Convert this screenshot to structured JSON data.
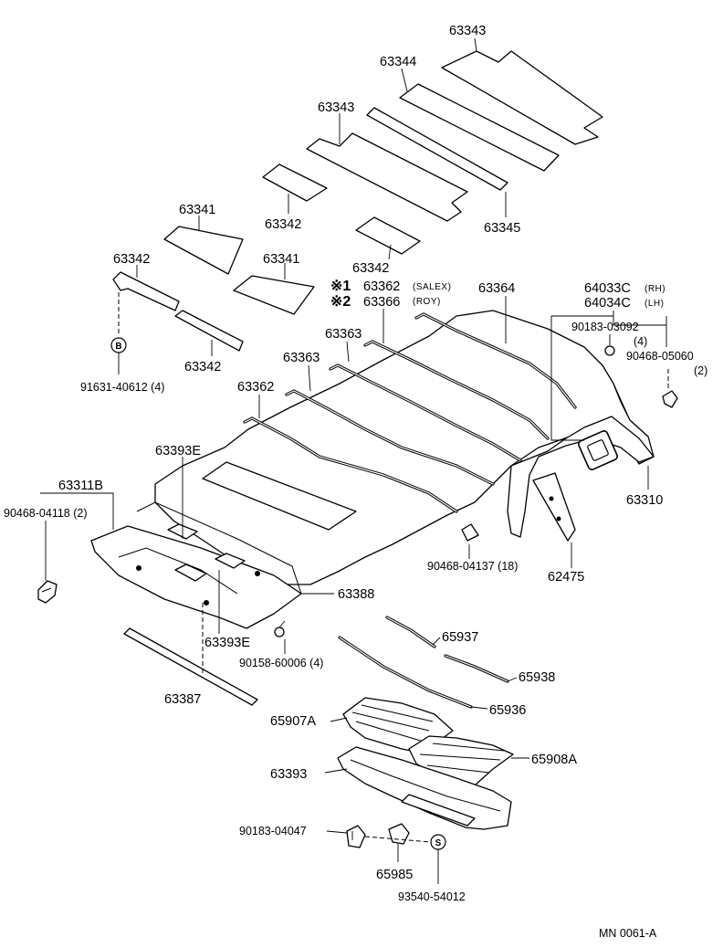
{
  "diagram": {
    "labels": {
      "p63343_top": "63343",
      "p63344": "63344",
      "p63343_mid": "63343",
      "p63345": "63345",
      "p63341_left": "63341",
      "p63342_a": "63342",
      "p63342_b": "63342",
      "p63341_center": "63341",
      "p63342_c": "63342",
      "p63342_d": "63342",
      "b91631": "91631-40612 (4)",
      "mark1": "※1",
      "mark2": "※2",
      "p63362_salex": "63362",
      "salex": "(SALEX)",
      "p63366_roy": "63366",
      "roy": "(ROY)",
      "p63364": "63364",
      "p64033c": "64033C",
      "rh": "(RH)",
      "p64034c": "64034C",
      "lh": "(LH)",
      "b90183_03092": "90183-03092",
      "q4_a": "(4)",
      "b90468_05060": "90468-05060",
      "q2_a": "(2)",
      "p63363_a": "63363",
      "p63363_b": "63363",
      "p63362": "63362",
      "p63393e_top": "63393E",
      "p63311b": "63311B",
      "b90468_04118": "90468-04118 (2)",
      "p63310": "63310",
      "b90468_04137": "90468-04137 (18)",
      "p62475": "62475",
      "p63388": "63388",
      "p63393e_bot": "63393E",
      "b90158": "90158-60006 (4)",
      "p65937": "65937",
      "p65938": "65938",
      "p63387": "63387",
      "p65936": "65936",
      "p65907a": "65907A",
      "p65908a": "65908A",
      "p63393": "63393",
      "b90183_04047": "90183-04047",
      "p65985": "65985",
      "b93540": "93540-54012",
      "sym_b": "B",
      "sym_s": "S",
      "ref": "MN  0061-A"
    }
  }
}
